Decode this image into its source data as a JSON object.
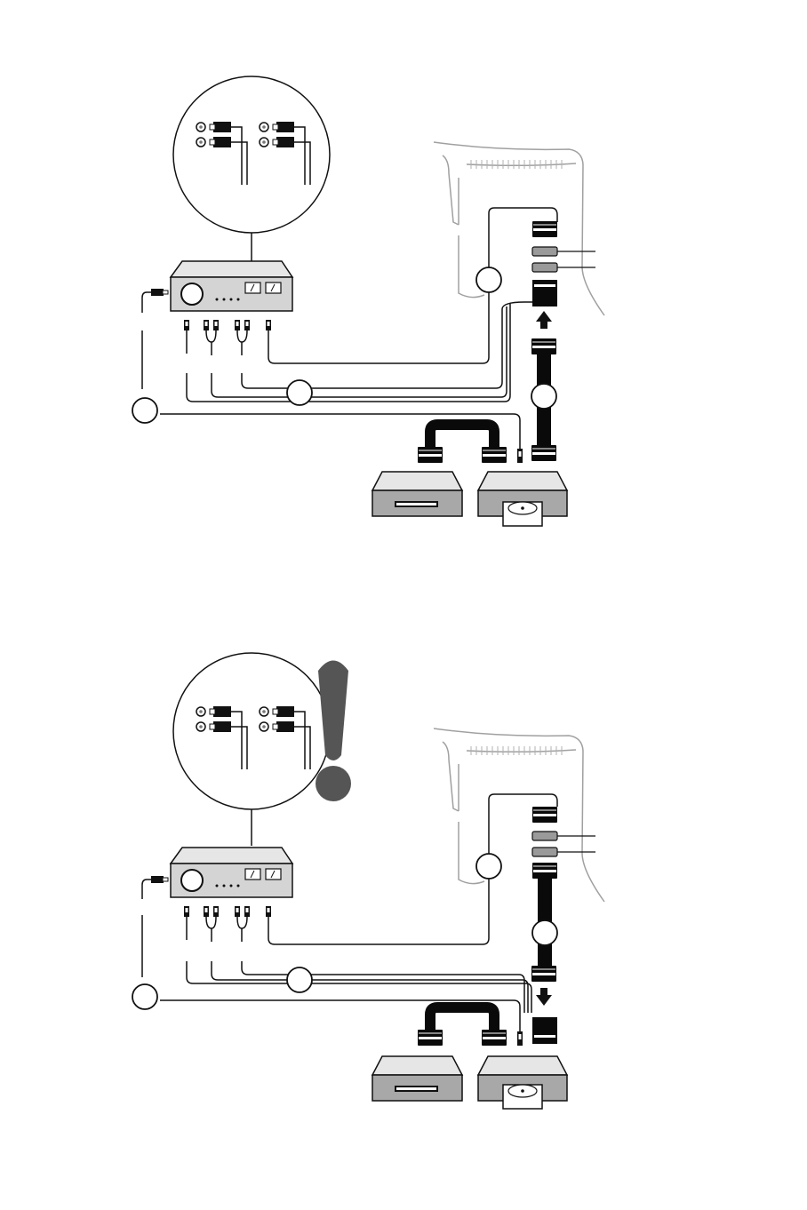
{
  "colors": {
    "background": "#ffffff",
    "line": "#111111",
    "cable_dark": "#0a0a0a",
    "device_fill": "#d4d4d4",
    "device_front": "#a8a8a8",
    "tv_outline": "#a0a0a0",
    "port_gray": "#9a9a9a",
    "warning_mark": "#555555"
  },
  "icons": {
    "amplifier": "amplifier-icon",
    "detail_zoom": "zoom-detail-icon",
    "tv_back": "tv-rear-icon",
    "vcr": "vcr-icon",
    "dvd_player": "dvd-player-icon",
    "connection_marker": "circle-marker-icon",
    "insert_arrow": "arrow-icon",
    "warning": "exclamation-icon"
  },
  "diagrams": [
    {
      "id": "top",
      "scart_arrow": "up",
      "warning_shown": false
    },
    {
      "id": "bottom",
      "scart_arrow": "down",
      "warning_shown": true
    }
  ]
}
